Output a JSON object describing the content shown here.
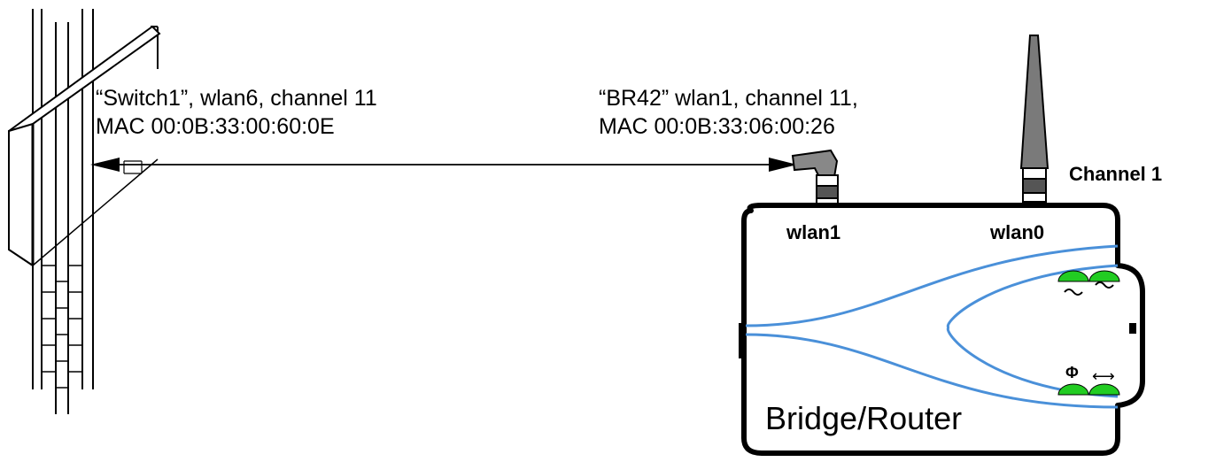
{
  "switch_label": {
    "line1": "“Switch1”, wlan6, channel 11",
    "line2": "MAC 00:0B:33:00:60:0E"
  },
  "br_label": {
    "line1": "“BR42” wlan1, channel 11,",
    "line2": "MAC 00:0B:33:06:00:26"
  },
  "channel_label": "Channel 1",
  "router": {
    "port1": "wlan1",
    "port0": "wlan0",
    "name": "Bridge/Router",
    "icon_symbol": "Φ",
    "arrow_symbol": "⟷"
  },
  "colors": {
    "line_blue": "#4a90d9",
    "led_green": "#22cc22",
    "antenna_gray": "#7a7a7a"
  }
}
